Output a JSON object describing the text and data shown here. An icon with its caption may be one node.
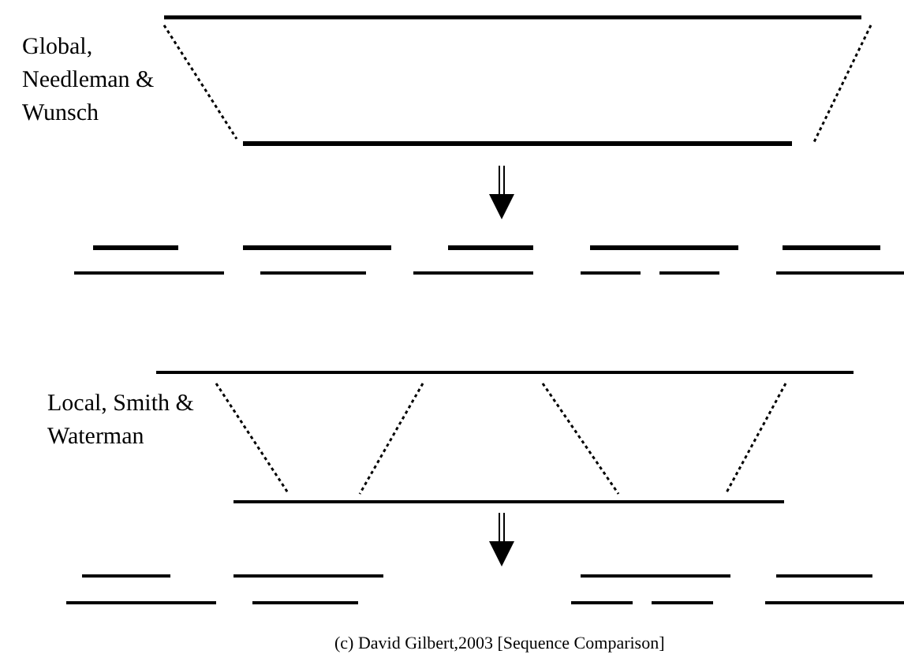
{
  "diagram": {
    "caption": "(c) David Gilbert,2003 [Sequence Comparison]",
    "labels": [
      "Global, Needleman & Wunsch",
      "Local, Smith & Waterman"
    ]
  }
}
